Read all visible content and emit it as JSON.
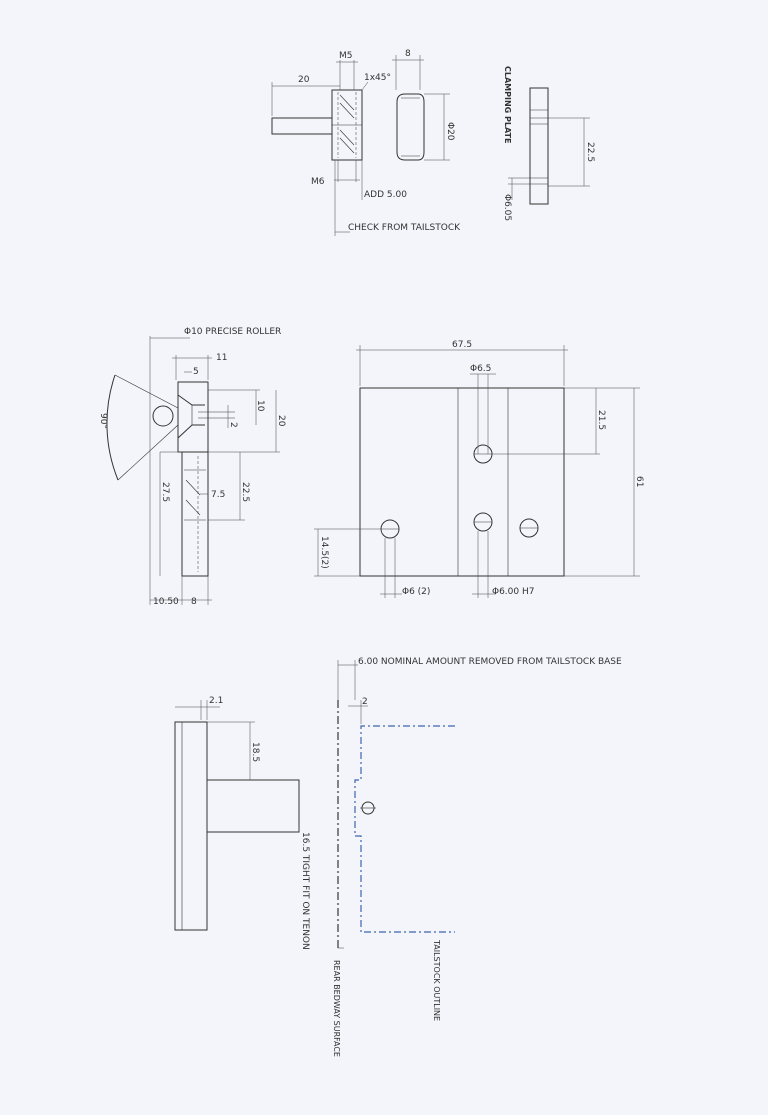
{
  "top_views": {
    "dim_20": "20",
    "dim_m5": "M5",
    "dim_chamfer": "1x45°",
    "dim_8": "8",
    "dim_dia20": "Φ20",
    "dim_m6": "M6",
    "note_add": "ADD 5.00",
    "note_check": "CHECK FROM TAILSTOCK",
    "clamping_title": "CLAMPING PLATE",
    "dim_22_5": "22.5",
    "dim_dia6_05": "Φ6.05"
  },
  "side_view": {
    "roller_note": "Φ10 PRECISE ROLLER",
    "dim_11": "11",
    "dim_5": "5",
    "angle_90": "90°",
    "dim_10": "10",
    "dim_2": "2",
    "dim_20": "20",
    "dim_27_5": "27.5",
    "dim_7_5": "7.5",
    "dim_22_5": "22.5",
    "dim_10_50": "10.50",
    "dim_8": "8"
  },
  "plan_view": {
    "dim_67_5": "67.5",
    "dim_dia6_5": "Φ6.5",
    "dim_21_5": "21.5",
    "dim_61": "61",
    "dim_14_5": "14.5(2)",
    "dim_dia6_2": "Φ6 (2)",
    "dim_dia6_h7": "Φ6.00 H7"
  },
  "bottom_views": {
    "note_removed": "6.00 NOMINAL AMOUNT REMOVED FROM TAILSTOCK BASE",
    "dim_2_1": "2.1",
    "dim_18_5": "18.5",
    "note_tenon": "16.5 TIGHT FIT ON TENON",
    "dim_2": "2",
    "label_rear": "REAR BEDWAY SURFACE",
    "label_tailstock": "TAILSTOCK OUTLINE"
  }
}
